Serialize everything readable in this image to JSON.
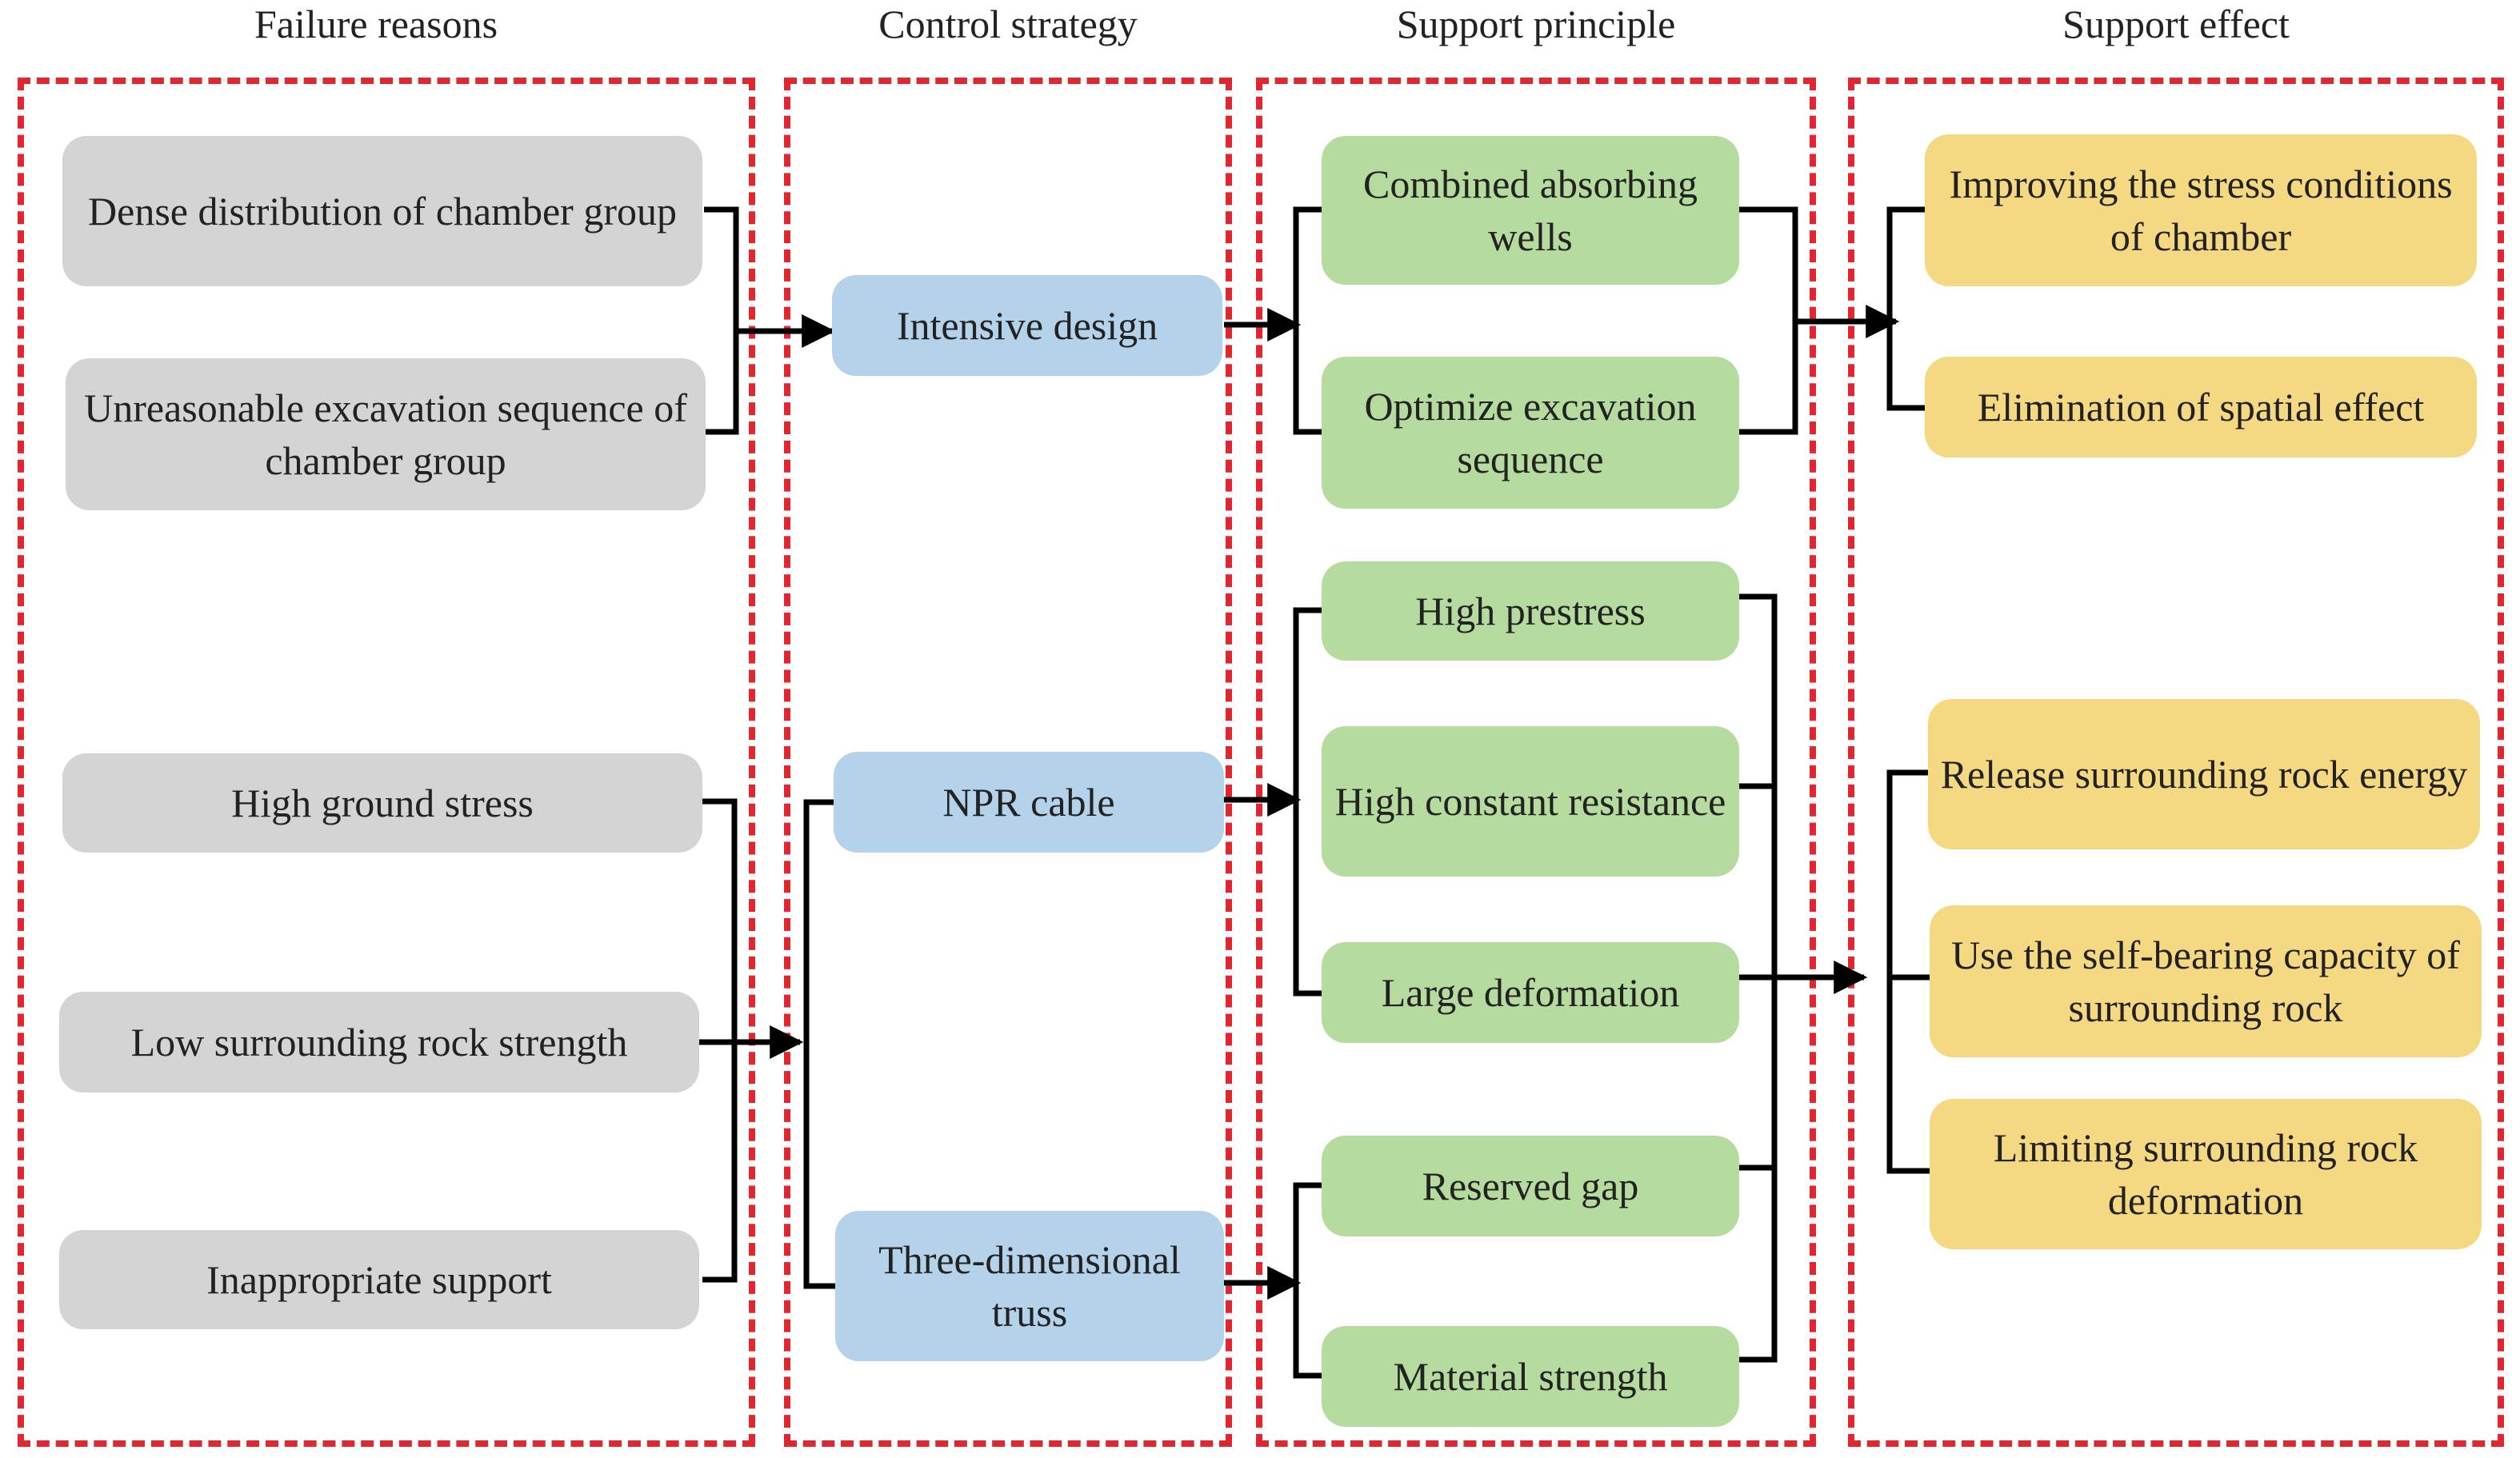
{
  "headers": {
    "failure": "Failure reasons",
    "control": "Control strategy",
    "principle": "Support principle",
    "effect": "Support effect"
  },
  "failure_reasons": [
    "Dense distribution of chamber group",
    "Unreasonable excavation sequence of chamber group",
    "High ground stress",
    "Low surrounding rock strength",
    "Inappropriate support"
  ],
  "control_strategy": [
    "Intensive design",
    "NPR cable",
    "Three-dimensional truss"
  ],
  "support_principle": [
    "Combined absorbing wells",
    "Optimize excavation sequence",
    "High prestress",
    "High constant resistance",
    "Large deformation",
    "Reserved gap",
    "Material strength"
  ],
  "support_effect": [
    "Improving the stress conditions of chamber",
    "Elimination of spatial effect",
    "Release surrounding rock energy",
    "Use the self-bearing capacity of surrounding rock",
    "Limiting surrounding rock deformation"
  ],
  "colors": {
    "border": "#e0262f",
    "failure_box": "#d4d4d4",
    "control_box": "#b4d2ea",
    "principle_box": "#b6db9f",
    "effect_box": "#f4d882",
    "connector": "#000000"
  }
}
